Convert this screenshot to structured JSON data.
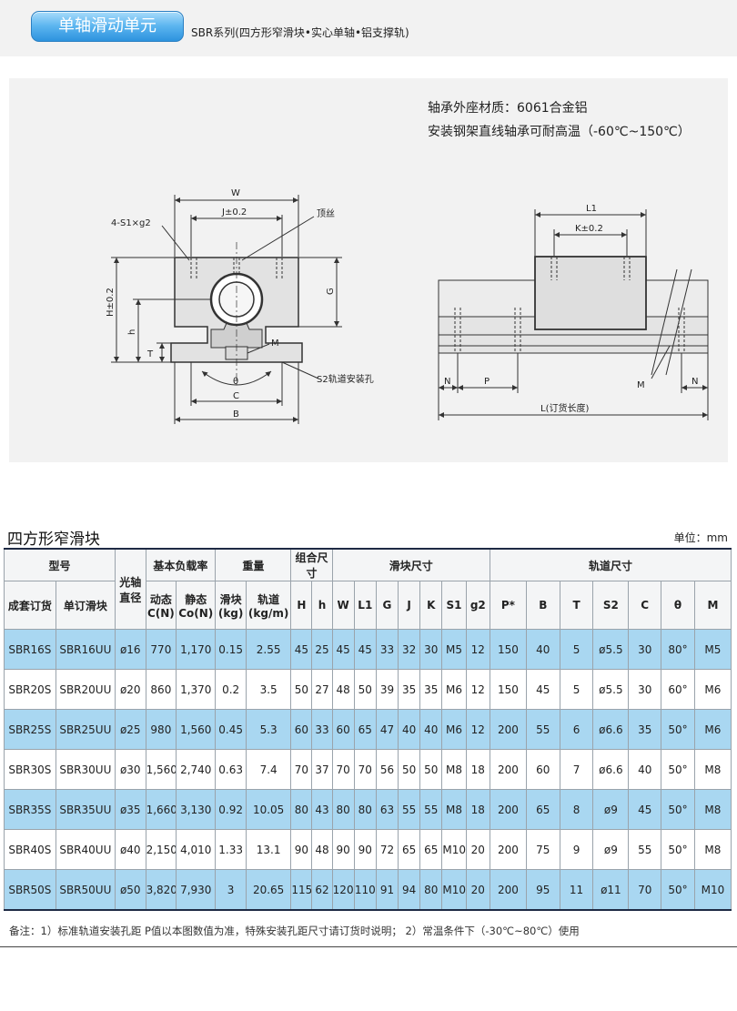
{
  "header": {
    "badge": "单轴滑动单元",
    "subtitle": "SBR系列(四方形窄滑块•实心单轴•铝支撑轨)"
  },
  "material": {
    "line1": "轴承外座材质：6061合金铝",
    "line2": "安装钢架直线轴承可耐高温（-60℃~150℃）"
  },
  "drawing_labels": {
    "W": "W",
    "J": "J±0.2",
    "S1g2": "4-S1×g2",
    "top_screw": "顶丝",
    "H": "H±0.2",
    "h": "h",
    "G": "G",
    "T": "T",
    "M": "M",
    "theta": "θ",
    "S2": "S2轨道安装孔",
    "C": "C",
    "B": "B",
    "L1": "L1",
    "K": "K±0.2",
    "N_left": "N",
    "P": "P",
    "L": "L(订货长度)",
    "M_side": "M",
    "N_right": "N"
  },
  "section": {
    "title": "四方形窄滑块",
    "unit": "单位：mm"
  },
  "table": {
    "groups": {
      "model": "型号",
      "shaft": "光轴直径",
      "load": "基本负载率",
      "weight": "重量",
      "assembly": "组合尺寸",
      "block": "滑块尺寸",
      "rail": "轨道尺寸"
    },
    "sub": {
      "set": "成套订货",
      "single": "单订滑块",
      "dyn": "动态C(N)",
      "stat": "静态Co(N)",
      "wblock": "滑块(kg)",
      "wrail": "轨道(kg/m)",
      "H": "H",
      "h": "h",
      "W": "W",
      "L1": "L1",
      "G": "G",
      "J": "J",
      "K": "K",
      "S1": "S1",
      "g2": "g2",
      "P": "P*",
      "B": "B",
      "T": "T",
      "S2": "S2",
      "C": "C",
      "theta": "θ",
      "M": "M"
    },
    "rows": [
      [
        "SBR16S",
        "SBR16UU",
        "ø16",
        "770",
        "1,170",
        "0.15",
        "2.55",
        "45",
        "25",
        "45",
        "45",
        "33",
        "32",
        "30",
        "M5",
        "12",
        "150",
        "40",
        "5",
        "ø5.5",
        "30",
        "80°",
        "M5"
      ],
      [
        "SBR20S",
        "SBR20UU",
        "ø20",
        "860",
        "1,370",
        "0.2",
        "3.5",
        "50",
        "27",
        "48",
        "50",
        "39",
        "35",
        "35",
        "M6",
        "12",
        "150",
        "45",
        "5",
        "ø5.5",
        "30",
        "60°",
        "M6"
      ],
      [
        "SBR25S",
        "SBR25UU",
        "ø25",
        "980",
        "1,560",
        "0.45",
        "5.3",
        "60",
        "33",
        "60",
        "65",
        "47",
        "40",
        "40",
        "M6",
        "12",
        "200",
        "55",
        "6",
        "ø6.6",
        "35",
        "50°",
        "M6"
      ],
      [
        "SBR30S",
        "SBR30UU",
        "ø30",
        "1,560",
        "2,740",
        "0.63",
        "7.4",
        "70",
        "37",
        "70",
        "70",
        "56",
        "50",
        "50",
        "M8",
        "18",
        "200",
        "60",
        "7",
        "ø6.6",
        "40",
        "50°",
        "M8"
      ],
      [
        "SBR35S",
        "SBR35UU",
        "ø35",
        "1,660",
        "3,130",
        "0.92",
        "10.05",
        "80",
        "43",
        "80",
        "80",
        "63",
        "55",
        "55",
        "M8",
        "18",
        "200",
        "65",
        "8",
        "ø9",
        "45",
        "50°",
        "M8"
      ],
      [
        "SBR40S",
        "SBR40UU",
        "ø40",
        "2,150",
        "4,010",
        "1.33",
        "13.1",
        "90",
        "48",
        "90",
        "90",
        "72",
        "65",
        "65",
        "M10",
        "20",
        "200",
        "75",
        "9",
        "ø9",
        "55",
        "50°",
        "M8"
      ],
      [
        "SBR50S",
        "SBR50UU",
        "ø50",
        "3,820",
        "7,930",
        "3",
        "20.65",
        "115",
        "62",
        "120",
        "110",
        "91",
        "94",
        "80",
        "M10",
        "20",
        "200",
        "95",
        "11",
        "ø11",
        "70",
        "50°",
        "M10"
      ]
    ]
  },
  "note": "备注：1）标准轨道安装孔距 P值以本图数值为准，特殊安装孔距尺寸请订货时说明；  2）常温条件下（-30℃~80℃）使用"
}
